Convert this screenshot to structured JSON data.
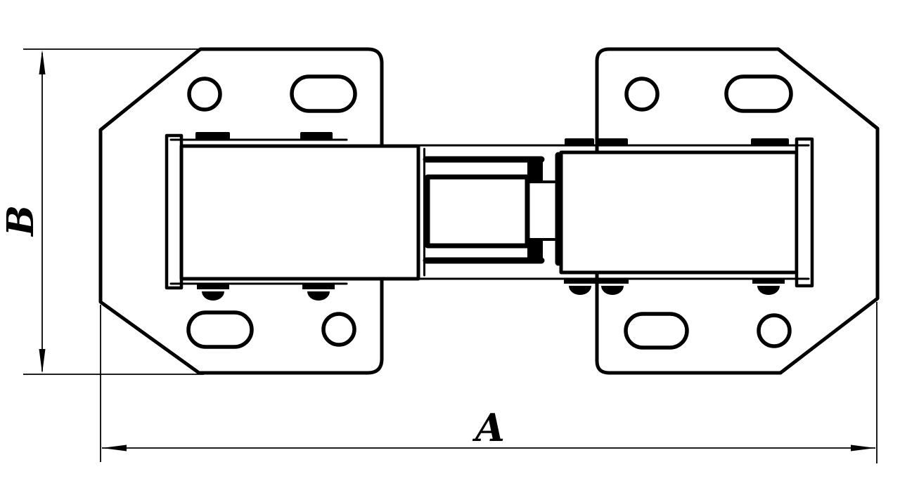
{
  "drawing": {
    "type": "technical-drawing",
    "subject": "concealed cabinet hinge, top view, closed position",
    "dimension_labels": {
      "overall_width": "A",
      "overall_height": "B"
    },
    "colors": {
      "line": "#000000",
      "background": "#ffffff"
    }
  }
}
